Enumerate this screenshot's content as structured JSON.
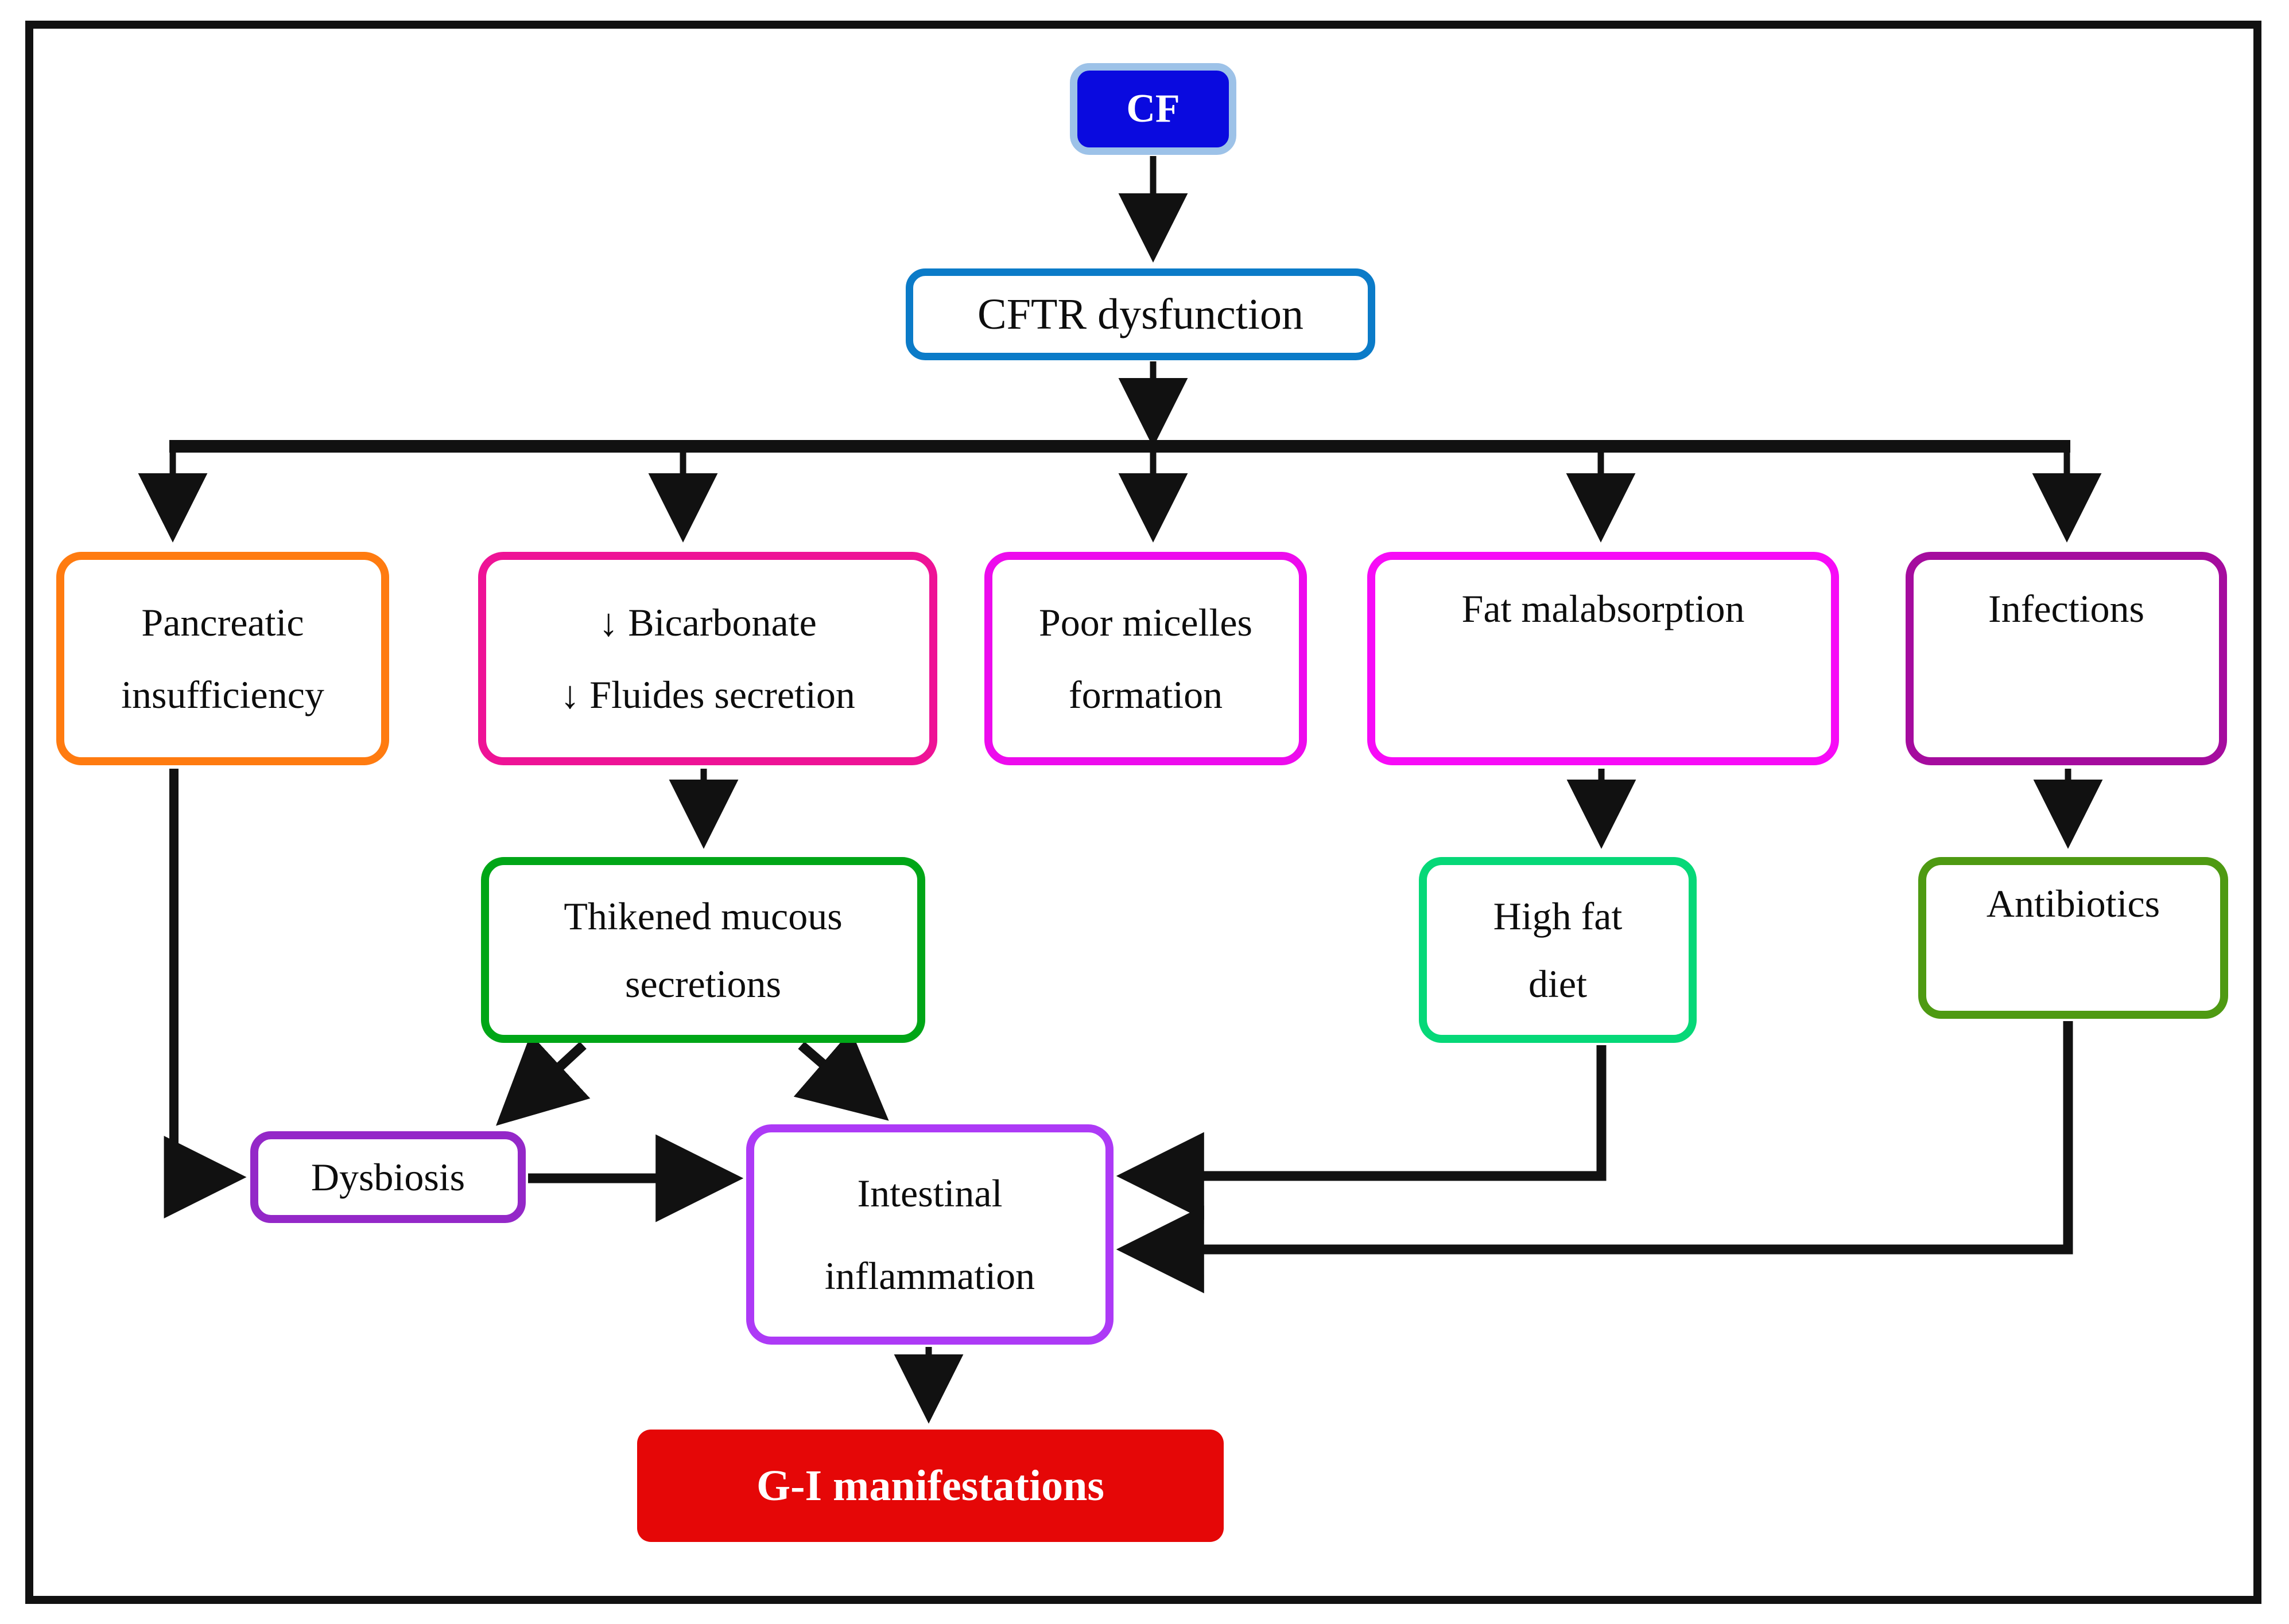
{
  "diagram": {
    "title": "CF gastrointestinal pathophysiology flowchart",
    "background": "#ffffff",
    "frame_color": "#111111"
  },
  "nodes": {
    "cf": {
      "label": "CF",
      "fill": "#0A0ADF",
      "border": "#9DC2E8",
      "text_color": "#ffffff"
    },
    "cftr": {
      "label": "CFTR dysfunction",
      "border": "#0B7BC8",
      "text_color": "#0d0d0d"
    },
    "pancreatic": {
      "line1": "Pancreatic",
      "line2": "insufficiency",
      "border": "#FF7B10",
      "text_color": "#0d0d0d"
    },
    "bicarbonate": {
      "line1": "↓ Bicarbonate",
      "line2": "↓ Fluides secretion",
      "border": "#EE1396",
      "text_color": "#0d0d0d"
    },
    "micelles": {
      "line1": "Poor micelles",
      "line2": "formation",
      "border": "#ED0BED",
      "text_color": "#0d0d0d"
    },
    "fat_malabsorption": {
      "label": "Fat malabsorption",
      "border": "#F70BF7",
      "text_color": "#0d0d0d"
    },
    "infections": {
      "label": "Infections",
      "border": "#A50C9E",
      "text_color": "#0d0d0d"
    },
    "thickened_mucous": {
      "line1": "Thikened mucous",
      "line2": "secretions",
      "border": "#00A617",
      "text_color": "#0d0d0d"
    },
    "high_fat_diet": {
      "line1": "High fat",
      "line2": "diet",
      "border": "#06D878",
      "text_color": "#0d0d0d"
    },
    "antibiotics": {
      "label": "Antibiotics",
      "border": "#4E9A12",
      "text_color": "#0d0d0d"
    },
    "dysbiosis": {
      "label": "Dysbiosis",
      "border": "#9428C8",
      "text_color": "#0d0d0d"
    },
    "intestinal_inflammation": {
      "line1": "Intestinal",
      "line2": "inflammation",
      "border": "#AD3AF6",
      "text_color": "#0d0d0d"
    },
    "gi_manifestations": {
      "label": "G-I manifestations",
      "fill": "#E50707",
      "text_color": "#ffffff"
    }
  },
  "edges": [
    {
      "from": "cf",
      "to": "cftr",
      "style": "straight-down"
    },
    {
      "from": "cftr",
      "to": "bus",
      "style": "straight-down"
    },
    {
      "from": "bus",
      "to": "pancreatic",
      "style": "drop"
    },
    {
      "from": "bus",
      "to": "bicarbonate",
      "style": "drop"
    },
    {
      "from": "bus",
      "to": "micelles",
      "style": "drop"
    },
    {
      "from": "bus",
      "to": "fat_malabsorption",
      "style": "drop"
    },
    {
      "from": "bus",
      "to": "infections",
      "style": "drop"
    },
    {
      "from": "bicarbonate",
      "to": "thickened_mucous",
      "style": "straight-down"
    },
    {
      "from": "fat_malabsorption",
      "to": "high_fat_diet",
      "style": "straight-down"
    },
    {
      "from": "infections",
      "to": "antibiotics",
      "style": "straight-down"
    },
    {
      "from": "pancreatic",
      "to": "dysbiosis",
      "style": "down-then-right"
    },
    {
      "from": "thickened_mucous",
      "to": "dysbiosis",
      "style": "diagonal"
    },
    {
      "from": "thickened_mucous",
      "to": "intestinal_inflammation",
      "style": "diagonal"
    },
    {
      "from": "dysbiosis",
      "to": "intestinal_inflammation",
      "style": "straight-right"
    },
    {
      "from": "high_fat_diet",
      "to": "intestinal_inflammation",
      "style": "down-then-left"
    },
    {
      "from": "antibiotics",
      "to": "intestinal_inflammation",
      "style": "down-then-left"
    },
    {
      "from": "intestinal_inflammation",
      "to": "gi_manifestations",
      "style": "straight-down"
    }
  ],
  "arrow_color": "#111111"
}
